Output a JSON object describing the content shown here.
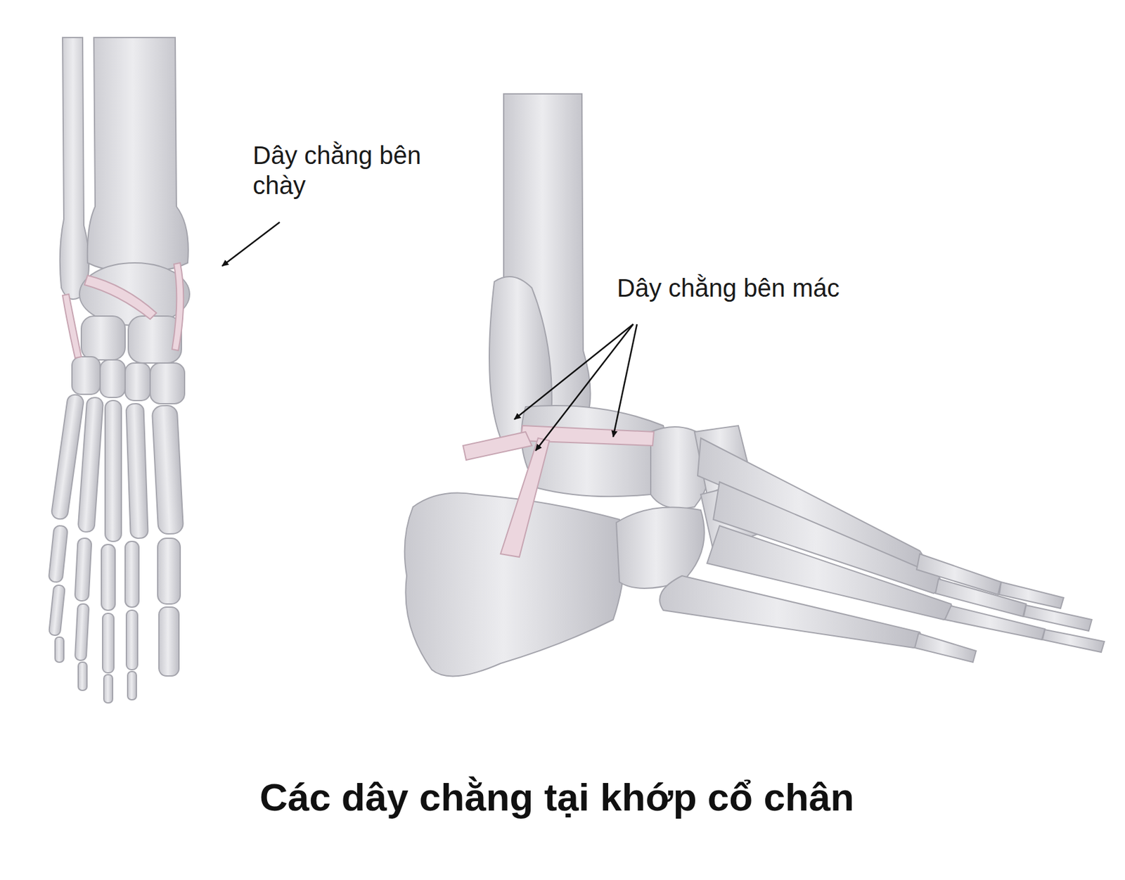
{
  "diagram": {
    "caption": "Các dây chằng tại khớp cổ chân",
    "labels": [
      "Dây chằng bên chày",
      "Dây chằng bên mác"
    ]
  }
}
